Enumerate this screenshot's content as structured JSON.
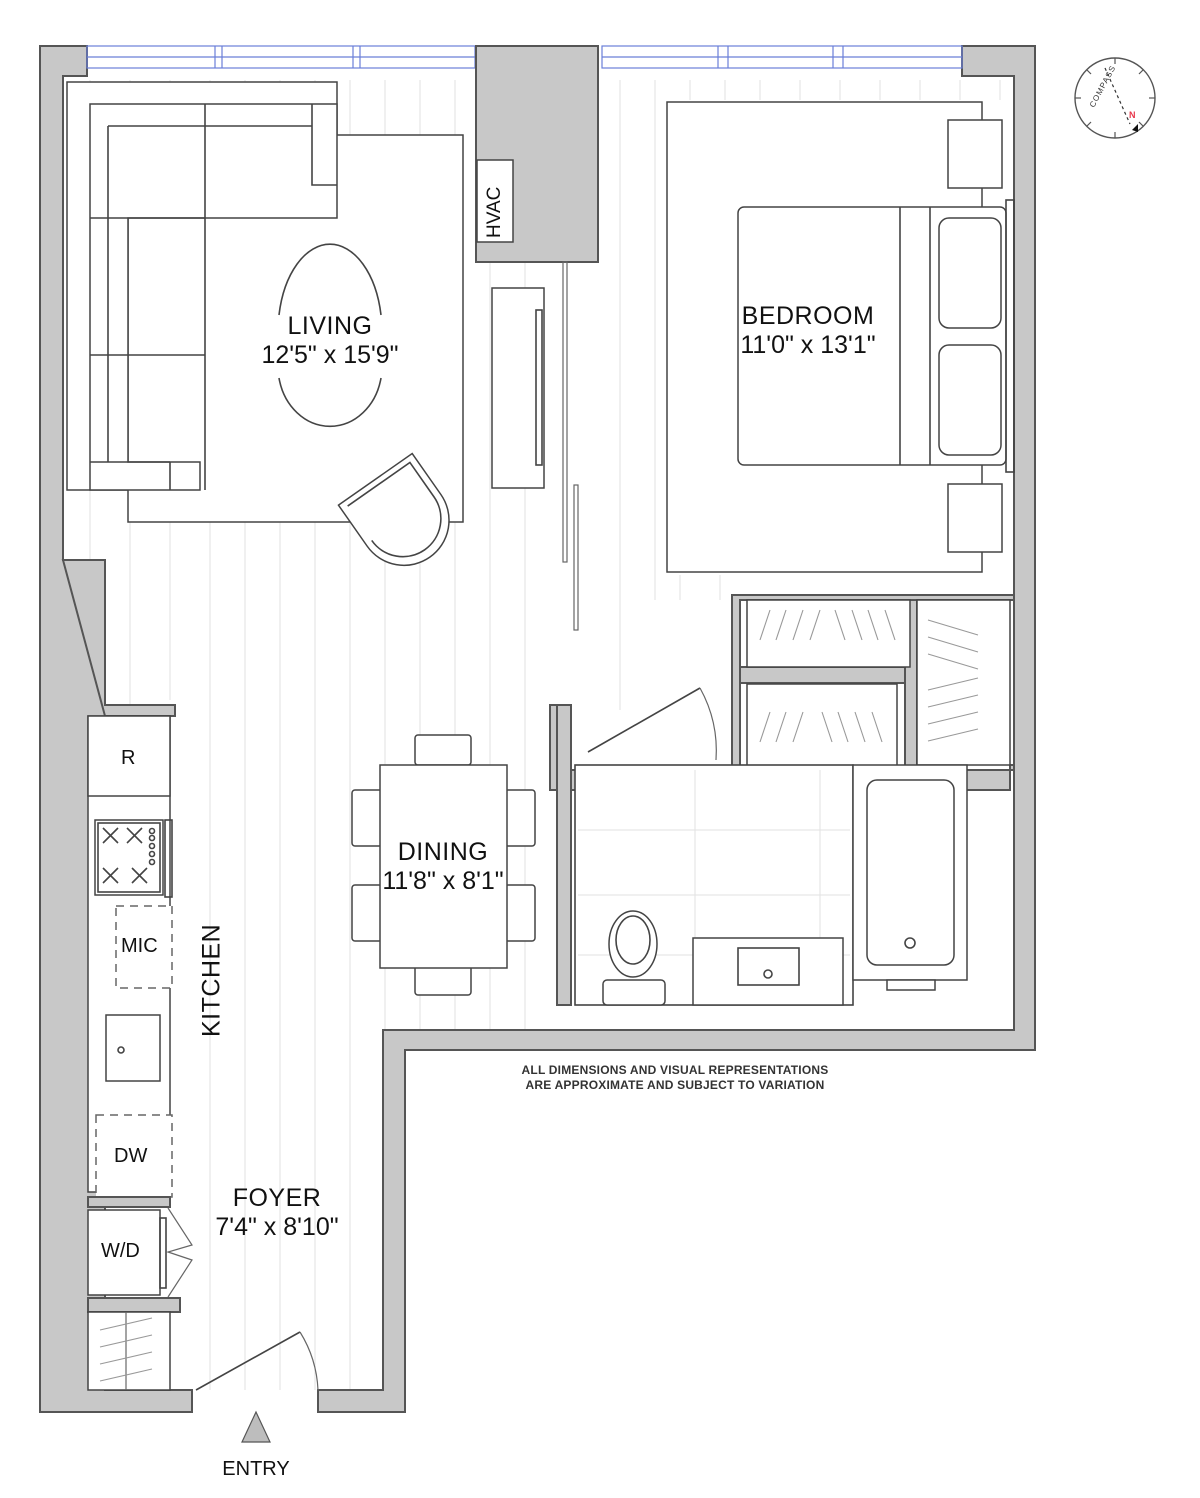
{
  "rooms": {
    "living": {
      "name": "LIVING",
      "dimensions": "12'5\" x 15'9\""
    },
    "bedroom": {
      "name": "BEDROOM",
      "dimensions": "11'0\" x 13'1\""
    },
    "dining": {
      "name": "DINING",
      "dimensions": "11'8\" x 8'1\""
    },
    "foyer": {
      "name": "FOYER",
      "dimensions": "7'4\" x 8'10\""
    },
    "kitchen": {
      "name": "KITCHEN"
    }
  },
  "fixtures": {
    "hvac": "HVAC",
    "refrigerator": "R",
    "microwave": "MIC",
    "dishwasher": "DW",
    "washer_dryer": "W/D"
  },
  "entry": {
    "label": "ENTRY"
  },
  "compass": {
    "label": "COMPASS",
    "north": "N"
  },
  "disclaimer": {
    "line1": "ALL DIMENSIONS AND VISUAL REPRESENTATIONS",
    "line2": "ARE APPROXIMATE AND SUBJECT TO VARIATION"
  },
  "colors": {
    "wall": "#c8c8c8",
    "window": "#6a7fd8",
    "compass_north": "#e8364a"
  }
}
